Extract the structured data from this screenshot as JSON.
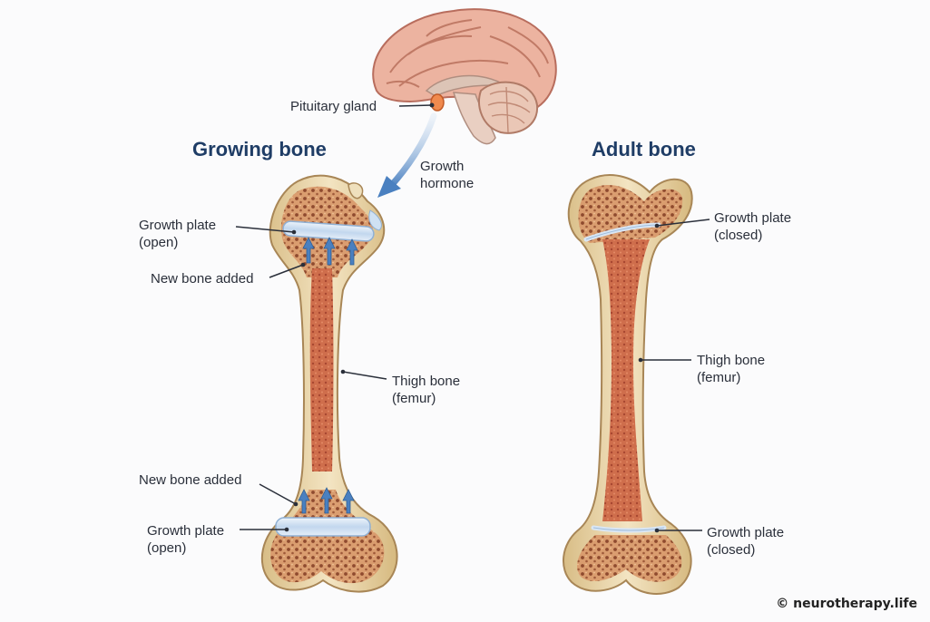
{
  "brain": {
    "pituitary_label": "Pituitary gland"
  },
  "hormone": {
    "line1": "Growth",
    "line2": "hormone"
  },
  "growing": {
    "title": "Growing bone",
    "plate_top": {
      "line1": "Growth plate",
      "line2": "(open)"
    },
    "new_bone_top": "New bone added",
    "shaft": {
      "line1": "Thigh bone",
      "line2": "(femur)"
    },
    "new_bone_bottom": "New bone added",
    "plate_bottom": {
      "line1": "Growth plate",
      "line2": "(open)"
    }
  },
  "adult": {
    "title": "Adult bone",
    "plate_top": {
      "line1": "Growth plate",
      "line2": "(closed)"
    },
    "shaft": {
      "line1": "Thigh bone",
      "line2": "(femur)"
    },
    "plate_bottom": {
      "line1": "Growth plate",
      "line2": "(closed)"
    }
  },
  "credit": "© neurotherapy.life",
  "colors": {
    "title": "#1f3d66",
    "arrow": "#4a80c0",
    "bone_outer": "#ead7ae",
    "marrow": "#c96a4a",
    "plate": "#c9dcef"
  }
}
